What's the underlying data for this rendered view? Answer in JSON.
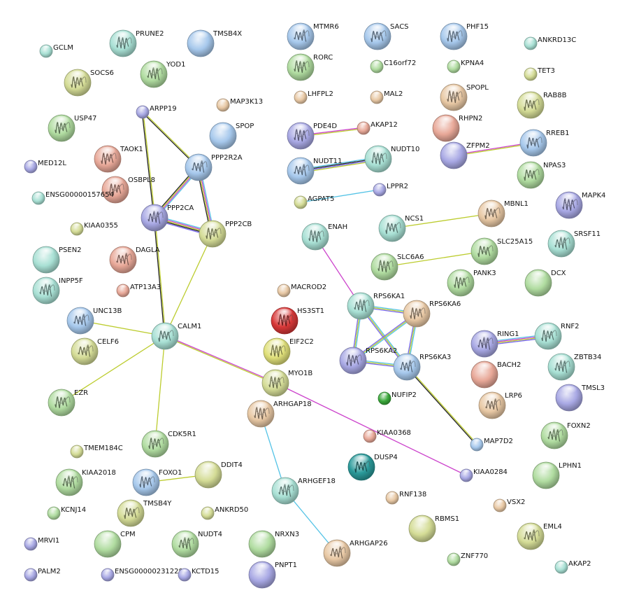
{
  "colors": {
    "blue": "#a6c8ec",
    "green": "#b0dca0",
    "teal": "#a8e0d4",
    "olive": "#d4dc96",
    "tan": "#e8c8a4",
    "salmon": "#e8a898",
    "navy": "#a8a8e4",
    "red": "#d83838",
    "darkteal": "#2a9a9a",
    "darkgreen": "#3aa83a",
    "yellowgreen": "#e0e07a"
  },
  "edge_colors": {
    "database": "#54c3e6",
    "experiment": "#cc44cc",
    "textmining": "#bccc2e",
    "coexpression": "#222222",
    "homology": "#7766ee",
    "neighborhood": "#33aa33"
  },
  "nodes": [
    {
      "id": "GCLM",
      "label": "GCLM",
      "c": "teal",
      "s": "s",
      "s3": false
    },
    {
      "id": "PRUNE2",
      "label": "PRUNE2",
      "c": "teal",
      "s": "l",
      "s3": true
    },
    {
      "id": "TMSB4X",
      "label": "TMSB4X",
      "c": "blue",
      "s": "l",
      "s3": false
    },
    {
      "id": "YOD1",
      "label": "YOD1",
      "c": "green",
      "s": "l",
      "s3": true
    },
    {
      "id": "SOCS6",
      "label": "SOCS6",
      "c": "olive",
      "s": "l",
      "s3": true
    },
    {
      "id": "MTMR6",
      "label": "MTMR6",
      "c": "blue",
      "s": "l",
      "s3": true
    },
    {
      "id": "RORC",
      "label": "RORC",
      "c": "green",
      "s": "l",
      "s3": true
    },
    {
      "id": "SACS",
      "label": "SACS",
      "c": "blue",
      "s": "l",
      "s3": true
    },
    {
      "id": "C16orf72",
      "label": "C16orf72",
      "c": "green",
      "s": "s",
      "s3": false
    },
    {
      "id": "PHF15",
      "label": "PHF15",
      "c": "blue",
      "s": "l",
      "s3": true
    },
    {
      "id": "KPNA4",
      "label": "KPNA4",
      "c": "green",
      "s": "s",
      "s3": false
    },
    {
      "id": "ANKRD13C",
      "label": "ANKRD13C",
      "c": "teal",
      "s": "s",
      "s3": false
    },
    {
      "id": "TET3",
      "label": "TET3",
      "c": "olive",
      "s": "s",
      "s3": false
    },
    {
      "id": "MAP3K13",
      "label": "MAP3K13",
      "c": "tan",
      "s": "s",
      "s3": false
    },
    {
      "id": "LHFPL2",
      "label": "LHFPL2",
      "c": "tan",
      "s": "s",
      "s3": false
    },
    {
      "id": "MAL2",
      "label": "MAL2",
      "c": "tan",
      "s": "s",
      "s3": false
    },
    {
      "id": "SPOPL",
      "label": "SPOPL",
      "c": "tan",
      "s": "l",
      "s3": true
    },
    {
      "id": "RAB8B",
      "label": "RAB8B",
      "c": "olive",
      "s": "l",
      "s3": true
    },
    {
      "id": "ARPP19",
      "label": "ARPP19",
      "c": "navy",
      "s": "s",
      "s3": false
    },
    {
      "id": "USP47",
      "label": "USP47",
      "c": "green",
      "s": "l",
      "s3": true
    },
    {
      "id": "SPOP",
      "label": "SPOP",
      "c": "blue",
      "s": "l",
      "s3": false
    },
    {
      "id": "PDE4D",
      "label": "PDE4D",
      "c": "navy",
      "s": "l",
      "s3": true
    },
    {
      "id": "AKAP12",
      "label": "AKAP12",
      "c": "salmon",
      "s": "s",
      "s3": false
    },
    {
      "id": "RHPN2",
      "label": "RHPN2",
      "c": "salmon",
      "s": "l",
      "s3": false
    },
    {
      "id": "TAOK1",
      "label": "TAOK1",
      "c": "salmon",
      "s": "l",
      "s3": true
    },
    {
      "id": "PPP2R2A",
      "label": "PPP2R2A",
      "c": "blue",
      "s": "l",
      "s3": true
    },
    {
      "id": "ZFPM2",
      "label": "ZFPM2",
      "c": "navy",
      "s": "l",
      "s3": false
    },
    {
      "id": "RREB1",
      "label": "RREB1",
      "c": "blue",
      "s": "l",
      "s3": true
    },
    {
      "id": "MED12L",
      "label": "MED12L",
      "c": "navy",
      "s": "s",
      "s3": false
    },
    {
      "id": "OSBPL8",
      "label": "OSBPL8",
      "c": "salmon",
      "s": "l",
      "s3": true
    },
    {
      "id": "NUDT11",
      "label": "NUDT11",
      "c": "blue",
      "s": "l",
      "s3": true
    },
    {
      "id": "NUDT10",
      "label": "NUDT10",
      "c": "teal",
      "s": "l",
      "s3": true
    },
    {
      "id": "NPAS3",
      "label": "NPAS3",
      "c": "green",
      "s": "l",
      "s3": true
    },
    {
      "id": "ENSG00000157654",
      "label": "ENSG00000157654",
      "c": "teal",
      "s": "s",
      "s3": false
    },
    {
      "id": "LPPR2",
      "label": "LPPR2",
      "c": "navy",
      "s": "s",
      "s3": false
    },
    {
      "id": "AGPAT5",
      "label": "AGPAT5",
      "c": "olive",
      "s": "s",
      "s3": false
    },
    {
      "id": "MAPK4",
      "label": "MAPK4",
      "c": "navy",
      "s": "l",
      "s3": true
    },
    {
      "id": "MBNL1",
      "label": "MBNL1",
      "c": "tan",
      "s": "l",
      "s3": true
    },
    {
      "id": "PPP2CA",
      "label": "PPP2CA",
      "c": "navy",
      "s": "l",
      "s3": true
    },
    {
      "id": "PPP2CB",
      "label": "PPP2CB",
      "c": "olive",
      "s": "l",
      "s3": true
    },
    {
      "id": "KIAA0355",
      "label": "KIAA0355",
      "c": "olive",
      "s": "s",
      "s3": false
    },
    {
      "id": "ENAH",
      "label": "ENAH",
      "c": "teal",
      "s": "l",
      "s3": true
    },
    {
      "id": "NCS1",
      "label": "NCS1",
      "c": "teal",
      "s": "l",
      "s3": true
    },
    {
      "id": "SRSF11",
      "label": "SRSF11",
      "c": "teal",
      "s": "l",
      "s3": true
    },
    {
      "id": "PSEN2",
      "label": "PSEN2",
      "c": "teal",
      "s": "l",
      "s3": false
    },
    {
      "id": "DAGLA",
      "label": "DAGLA",
      "c": "salmon",
      "s": "l",
      "s3": true
    },
    {
      "id": "SLC6A6",
      "label": "SLC6A6",
      "c": "green",
      "s": "l",
      "s3": true
    },
    {
      "id": "SLC25A15",
      "label": "SLC25A15",
      "c": "green",
      "s": "l",
      "s3": true
    },
    {
      "id": "INPP5F",
      "label": "INPP5F",
      "c": "teal",
      "s": "l",
      "s3": true
    },
    {
      "id": "PANK3",
      "label": "PANK3",
      "c": "green",
      "s": "l",
      "s3": true
    },
    {
      "id": "DCX",
      "label": "DCX",
      "c": "green",
      "s": "l",
      "s3": false
    },
    {
      "id": "ATP13A3",
      "label": "ATP13A3",
      "c": "salmon",
      "s": "s",
      "s3": false
    },
    {
      "id": "MACROD2",
      "label": "MACROD2",
      "c": "tan",
      "s": "s",
      "s3": false
    },
    {
      "id": "RPS6KA1",
      "label": "RPS6KA1",
      "c": "teal",
      "s": "l",
      "s3": true
    },
    {
      "id": "RPS6KA6",
      "label": "RPS6KA6",
      "c": "tan",
      "s": "l",
      "s3": true
    },
    {
      "id": "UNC13B",
      "label": "UNC13B",
      "c": "blue",
      "s": "l",
      "s3": true
    },
    {
      "id": "HS3ST1",
      "label": "HS3ST1",
      "c": "red",
      "s": "l",
      "s3": true
    },
    {
      "id": "CALM1",
      "label": "CALM1",
      "c": "teal",
      "s": "l",
      "s3": true
    },
    {
      "id": "RING1",
      "label": "RING1",
      "c": "navy",
      "s": "l",
      "s3": true
    },
    {
      "id": "RNF2",
      "label": "RNF2",
      "c": "teal",
      "s": "l",
      "s3": true
    },
    {
      "id": "CELF6",
      "label": "CELF6",
      "c": "olive",
      "s": "l",
      "s3": true
    },
    {
      "id": "EIF2C2",
      "label": "EIF2C2",
      "c": "yellowgreen",
      "s": "l",
      "s3": true
    },
    {
      "id": "BACH2",
      "label": "BACH2",
      "c": "salmon",
      "s": "l",
      "s3": false
    },
    {
      "id": "ZBTB34",
      "label": "ZBTB34",
      "c": "teal",
      "s": "l",
      "s3": true
    },
    {
      "id": "RPS6KA2",
      "label": "RPS6KA2",
      "c": "navy",
      "s": "l",
      "s3": true
    },
    {
      "id": "RPS6KA3",
      "label": "RPS6KA3",
      "c": "blue",
      "s": "l",
      "s3": true
    },
    {
      "id": "MYO1B",
      "label": "MYO1B",
      "c": "olive",
      "s": "l",
      "s3": true
    },
    {
      "id": "NUFIP2",
      "label": "NUFIP2",
      "c": "darkgreen",
      "s": "s",
      "s3": false
    },
    {
      "id": "TMSL3",
      "label": "TMSL3",
      "c": "navy",
      "s": "l",
      "s3": false
    },
    {
      "id": "EZR",
      "label": "EZR",
      "c": "green",
      "s": "l",
      "s3": true
    },
    {
      "id": "LRP6",
      "label": "LRP6",
      "c": "tan",
      "s": "l",
      "s3": true
    },
    {
      "id": "ARHGAP18",
      "label": "ARHGAP18",
      "c": "tan",
      "s": "l",
      "s3": true
    },
    {
      "id": "KIAA0368",
      "label": "KIAA0368",
      "c": "salmon",
      "s": "s",
      "s3": false
    },
    {
      "id": "FOXN2",
      "label": "FOXN2",
      "c": "green",
      "s": "l",
      "s3": true
    },
    {
      "id": "CDK5R1",
      "label": "CDK5R1",
      "c": "green",
      "s": "l",
      "s3": true
    },
    {
      "id": "MAP7D2",
      "label": "MAP7D2",
      "c": "blue",
      "s": "s",
      "s3": false
    },
    {
      "id": "TMEM184C",
      "label": "TMEM184C",
      "c": "olive",
      "s": "s",
      "s3": false
    },
    {
      "id": "DUSP4",
      "label": "DUSP4",
      "c": "darkteal",
      "s": "l",
      "s3": true
    },
    {
      "id": "KIAA2018",
      "label": "KIAA2018",
      "c": "green",
      "s": "l",
      "s3": true
    },
    {
      "id": "FOXO1",
      "label": "FOXO1",
      "c": "blue",
      "s": "l",
      "s3": true
    },
    {
      "id": "DDIT4",
      "label": "DDIT4",
      "c": "olive",
      "s": "l",
      "s3": false
    },
    {
      "id": "KIAA0284",
      "label": "KIAA0284",
      "c": "navy",
      "s": "s",
      "s3": false
    },
    {
      "id": "LPHN1",
      "label": "LPHN1",
      "c": "green",
      "s": "l",
      "s3": false
    },
    {
      "id": "ARHGEF18",
      "label": "ARHGEF18",
      "c": "teal",
      "s": "l",
      "s3": true
    },
    {
      "id": "RNF138",
      "label": "RNF138",
      "c": "tan",
      "s": "s",
      "s3": false
    },
    {
      "id": "VSX2",
      "label": "VSX2",
      "c": "tan",
      "s": "s",
      "s3": false
    },
    {
      "id": "KCNJ14",
      "label": "KCNJ14",
      "c": "green",
      "s": "s",
      "s3": false
    },
    {
      "id": "TMSB4Y",
      "label": "TMSB4Y",
      "c": "olive",
      "s": "l",
      "s3": true
    },
    {
      "id": "ANKRD50",
      "label": "ANKRD50",
      "c": "olive",
      "s": "s",
      "s3": false
    },
    {
      "id": "RBMS1",
      "label": "RBMS1",
      "c": "olive",
      "s": "l",
      "s3": false
    },
    {
      "id": "EML4",
      "label": "EML4",
      "c": "olive",
      "s": "l",
      "s3": true
    },
    {
      "id": "MRVI1",
      "label": "MRVI1",
      "c": "navy",
      "s": "s",
      "s3": false
    },
    {
      "id": "CPM",
      "label": "CPM",
      "c": "green",
      "s": "l",
      "s3": false
    },
    {
      "id": "NUDT4",
      "label": "NUDT4",
      "c": "green",
      "s": "l",
      "s3": true
    },
    {
      "id": "NRXN3",
      "label": "NRXN3",
      "c": "green",
      "s": "l",
      "s3": false
    },
    {
      "id": "ARHGAP26",
      "label": "ARHGAP26",
      "c": "tan",
      "s": "l",
      "s3": true
    },
    {
      "id": "ZNF770",
      "label": "ZNF770",
      "c": "green",
      "s": "s",
      "s3": false
    },
    {
      "id": "AKAP2",
      "label": "AKAP2",
      "c": "teal",
      "s": "s",
      "s3": false
    },
    {
      "id": "PALM2",
      "label": "PALM2",
      "c": "navy",
      "s": "s",
      "s3": false
    },
    {
      "id": "ENSG00000231228",
      "label": "ENSG00000231228",
      "c": "navy",
      "s": "s",
      "s3": false
    },
    {
      "id": "KCTD15",
      "label": "KCTD15",
      "c": "navy",
      "s": "s",
      "s3": false
    },
    {
      "id": "PNPT1",
      "label": "PNPT1",
      "c": "navy",
      "s": "l",
      "s3": false
    }
  ],
  "edges": [
    {
      "a": "ARPP19",
      "b": "PPP2R2A",
      "t": [
        "textmining",
        "coexpression"
      ]
    },
    {
      "a": "ARPP19",
      "b": "PPP2CA",
      "t": [
        "textmining",
        "coexpression"
      ]
    },
    {
      "a": "PPP2R2A",
      "b": "PPP2CA",
      "t": [
        "database",
        "experiment",
        "textmining",
        "coexpression"
      ]
    },
    {
      "a": "PPP2R2A",
      "b": "PPP2CB",
      "t": [
        "database",
        "experiment",
        "textmining",
        "coexpression"
      ]
    },
    {
      "a": "PPP2CA",
      "b": "PPP2CB",
      "t": [
        "database",
        "experiment",
        "textmining",
        "coexpression",
        "homology"
      ]
    },
    {
      "a": "PPP2CA",
      "b": "CALM1",
      "t": [
        "textmining",
        "coexpression"
      ]
    },
    {
      "a": "PPP2CB",
      "b": "CALM1",
      "t": [
        "textmining"
      ]
    },
    {
      "a": "CALM1",
      "b": "UNC13B",
      "t": [
        "textmining"
      ]
    },
    {
      "a": "CALM1",
      "b": "EZR",
      "t": [
        "textmining"
      ]
    },
    {
      "a": "CALM1",
      "b": "CDK5R1",
      "t": [
        "textmining"
      ]
    },
    {
      "a": "CALM1",
      "b": "MYO1B",
      "t": [
        "experiment",
        "textmining"
      ]
    },
    {
      "a": "MYO1B",
      "b": "KIAA0284",
      "t": [
        "experiment"
      ]
    },
    {
      "a": "ARHGAP18",
      "b": "ARHGEF18",
      "t": [
        "database"
      ]
    },
    {
      "a": "ARHGEF18",
      "b": "ARHGAP26",
      "t": [
        "database"
      ]
    },
    {
      "a": "PDE4D",
      "b": "AKAP12",
      "t": [
        "experiment",
        "textmining"
      ]
    },
    {
      "a": "NUDT11",
      "b": "NUDT10",
      "t": [
        "database",
        "coexpression",
        "homology",
        "textmining"
      ]
    },
    {
      "a": "AGPAT5",
      "b": "LPPR2",
      "t": [
        "database"
      ]
    },
    {
      "a": "ZFPM2",
      "b": "RREB1",
      "t": [
        "experiment",
        "textmining"
      ]
    },
    {
      "a": "NCS1",
      "b": "MBNL1",
      "t": [
        "textmining"
      ]
    },
    {
      "a": "SLC6A6",
      "b": "SLC25A15",
      "t": [
        "textmining"
      ]
    },
    {
      "a": "ENAH",
      "b": "RPS6KA1",
      "t": [
        "experiment"
      ]
    },
    {
      "a": "RPS6KA1",
      "b": "RPS6KA6",
      "t": [
        "database",
        "textmining",
        "homology"
      ]
    },
    {
      "a": "RPS6KA1",
      "b": "RPS6KA2",
      "t": [
        "database",
        "textmining",
        "homology"
      ]
    },
    {
      "a": "RPS6KA1",
      "b": "RPS6KA3",
      "t": [
        "database",
        "textmining",
        "homology"
      ]
    },
    {
      "a": "RPS6KA6",
      "b": "RPS6KA2",
      "t": [
        "database",
        "textmining",
        "homology"
      ]
    },
    {
      "a": "RPS6KA6",
      "b": "RPS6KA3",
      "t": [
        "database",
        "textmining",
        "homology"
      ]
    },
    {
      "a": "RPS6KA2",
      "b": "RPS6KA3",
      "t": [
        "database",
        "textmining",
        "homology"
      ]
    },
    {
      "a": "RPS6KA3",
      "b": "MAP7D2",
      "t": [
        "textmining",
        "coexpression"
      ]
    },
    {
      "a": "RING1",
      "b": "RNF2",
      "t": [
        "database",
        "experiment",
        "textmining",
        "homology"
      ]
    },
    {
      "a": "FOXO1",
      "b": "DDIT4",
      "t": [
        "textmining"
      ]
    }
  ]
}
